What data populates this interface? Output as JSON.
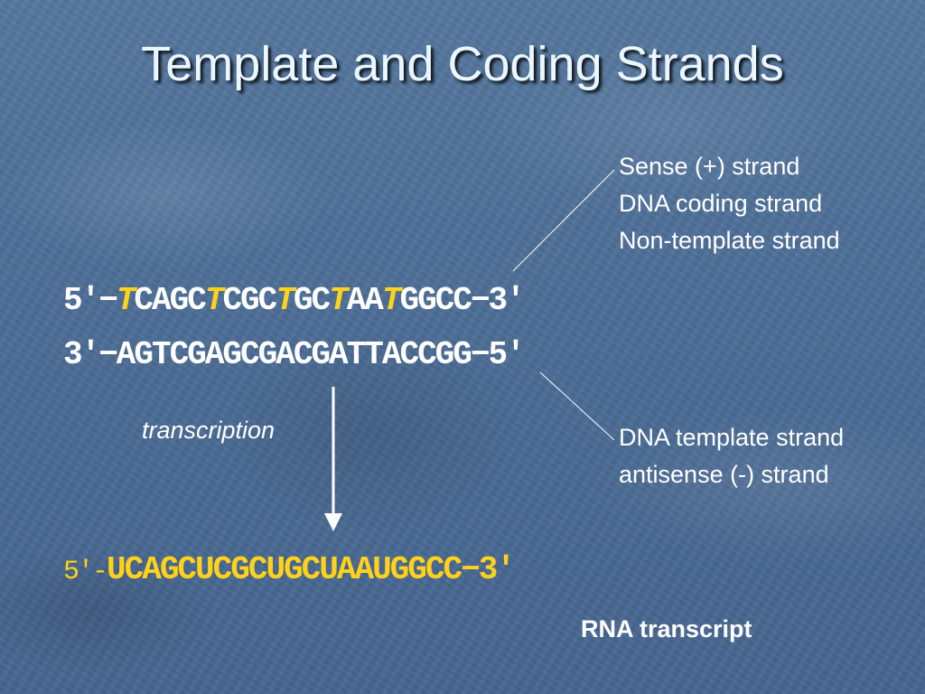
{
  "slide": {
    "title": "Template and Coding Strands",
    "sense_label": [
      "Sense (+) strand",
      "DNA coding strand",
      "Non-template strand"
    ],
    "coding_strand": [
      {
        "text": "5′−",
        "highlight": false
      },
      {
        "text": "T",
        "highlight": true
      },
      {
        "text": "CAGC",
        "highlight": false
      },
      {
        "text": "T",
        "highlight": true
      },
      {
        "text": "CGC",
        "highlight": false
      },
      {
        "text": "T",
        "highlight": true
      },
      {
        "text": "GC",
        "highlight": false
      },
      {
        "text": "T",
        "highlight": true
      },
      {
        "text": "AA",
        "highlight": false
      },
      {
        "text": "T",
        "highlight": true
      },
      {
        "text": "GGCC−3′",
        "highlight": false
      }
    ],
    "template_strand": "3′−AGTCGAGCGACGATTACCGG−5′",
    "template_label": [
      "DNA template strand",
      "antisense (-) strand"
    ],
    "transcription_label": "transcription",
    "rna_prefix": "5′-",
    "rna_sequence": "UCAGCUCGCUGCUAAUGGCC−3′",
    "rna_label": "RNA transcript"
  },
  "colors": {
    "background": "#4c6d96",
    "title": "#eaf7ff",
    "text": "#ffffff",
    "highlight": "#ffd21a"
  }
}
